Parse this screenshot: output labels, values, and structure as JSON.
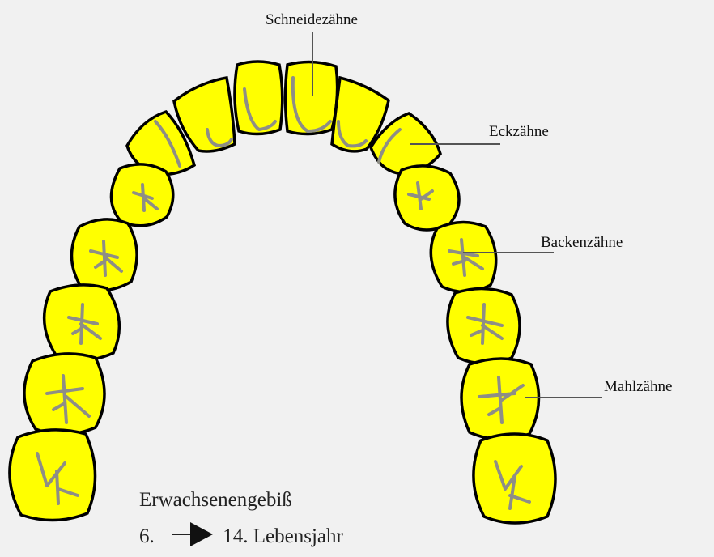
{
  "labels": {
    "incisors": "Schneidezähne",
    "canines": "Eckzähne",
    "premolars": "Backenzähne",
    "molars": "Mahlzähne"
  },
  "caption": {
    "line1": "Erwachsenengebiß",
    "line2_start": "6.",
    "line2_end": "14. Lebensjahr"
  },
  "colors": {
    "tooth_fill": "#ffff00",
    "tooth_outline": "#000000",
    "fissure": "#8e8e86",
    "background": "#f1f1f1"
  },
  "icons": {
    "arrow": "arrow-right-icon"
  }
}
